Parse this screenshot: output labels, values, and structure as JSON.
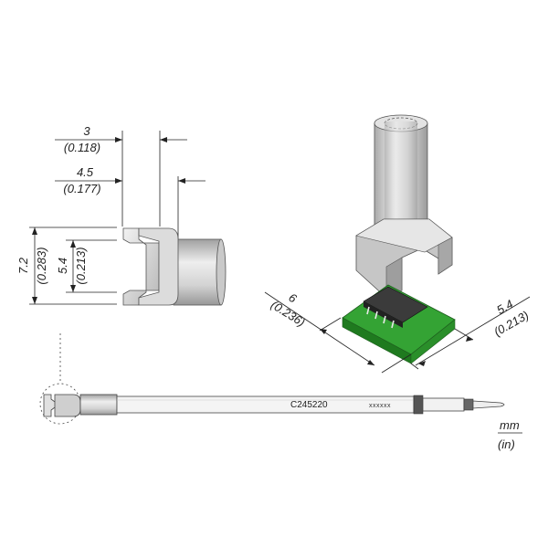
{
  "dimensions": {
    "width_top": {
      "mm": "3",
      "in": "(0.118)"
    },
    "width_inner": {
      "mm": "4.5",
      "in": "(0.177)"
    },
    "height_outer": {
      "mm": "7.2",
      "in": "(0.283)"
    },
    "height_inner": {
      "mm": "5.4",
      "in": "(0.213)"
    },
    "chip_length": {
      "mm": "6",
      "in": "(0.236)"
    },
    "chip_width": {
      "mm": "5.4",
      "in": "(0.213)"
    }
  },
  "cartridge": {
    "model": "C245220",
    "serial": "xxxxxx"
  },
  "units": {
    "primary": "mm",
    "secondary": "(in)"
  },
  "colors": {
    "pcb_green": "#2e9e2e",
    "metal": "#cfcfcf",
    "chip": "#333333"
  }
}
